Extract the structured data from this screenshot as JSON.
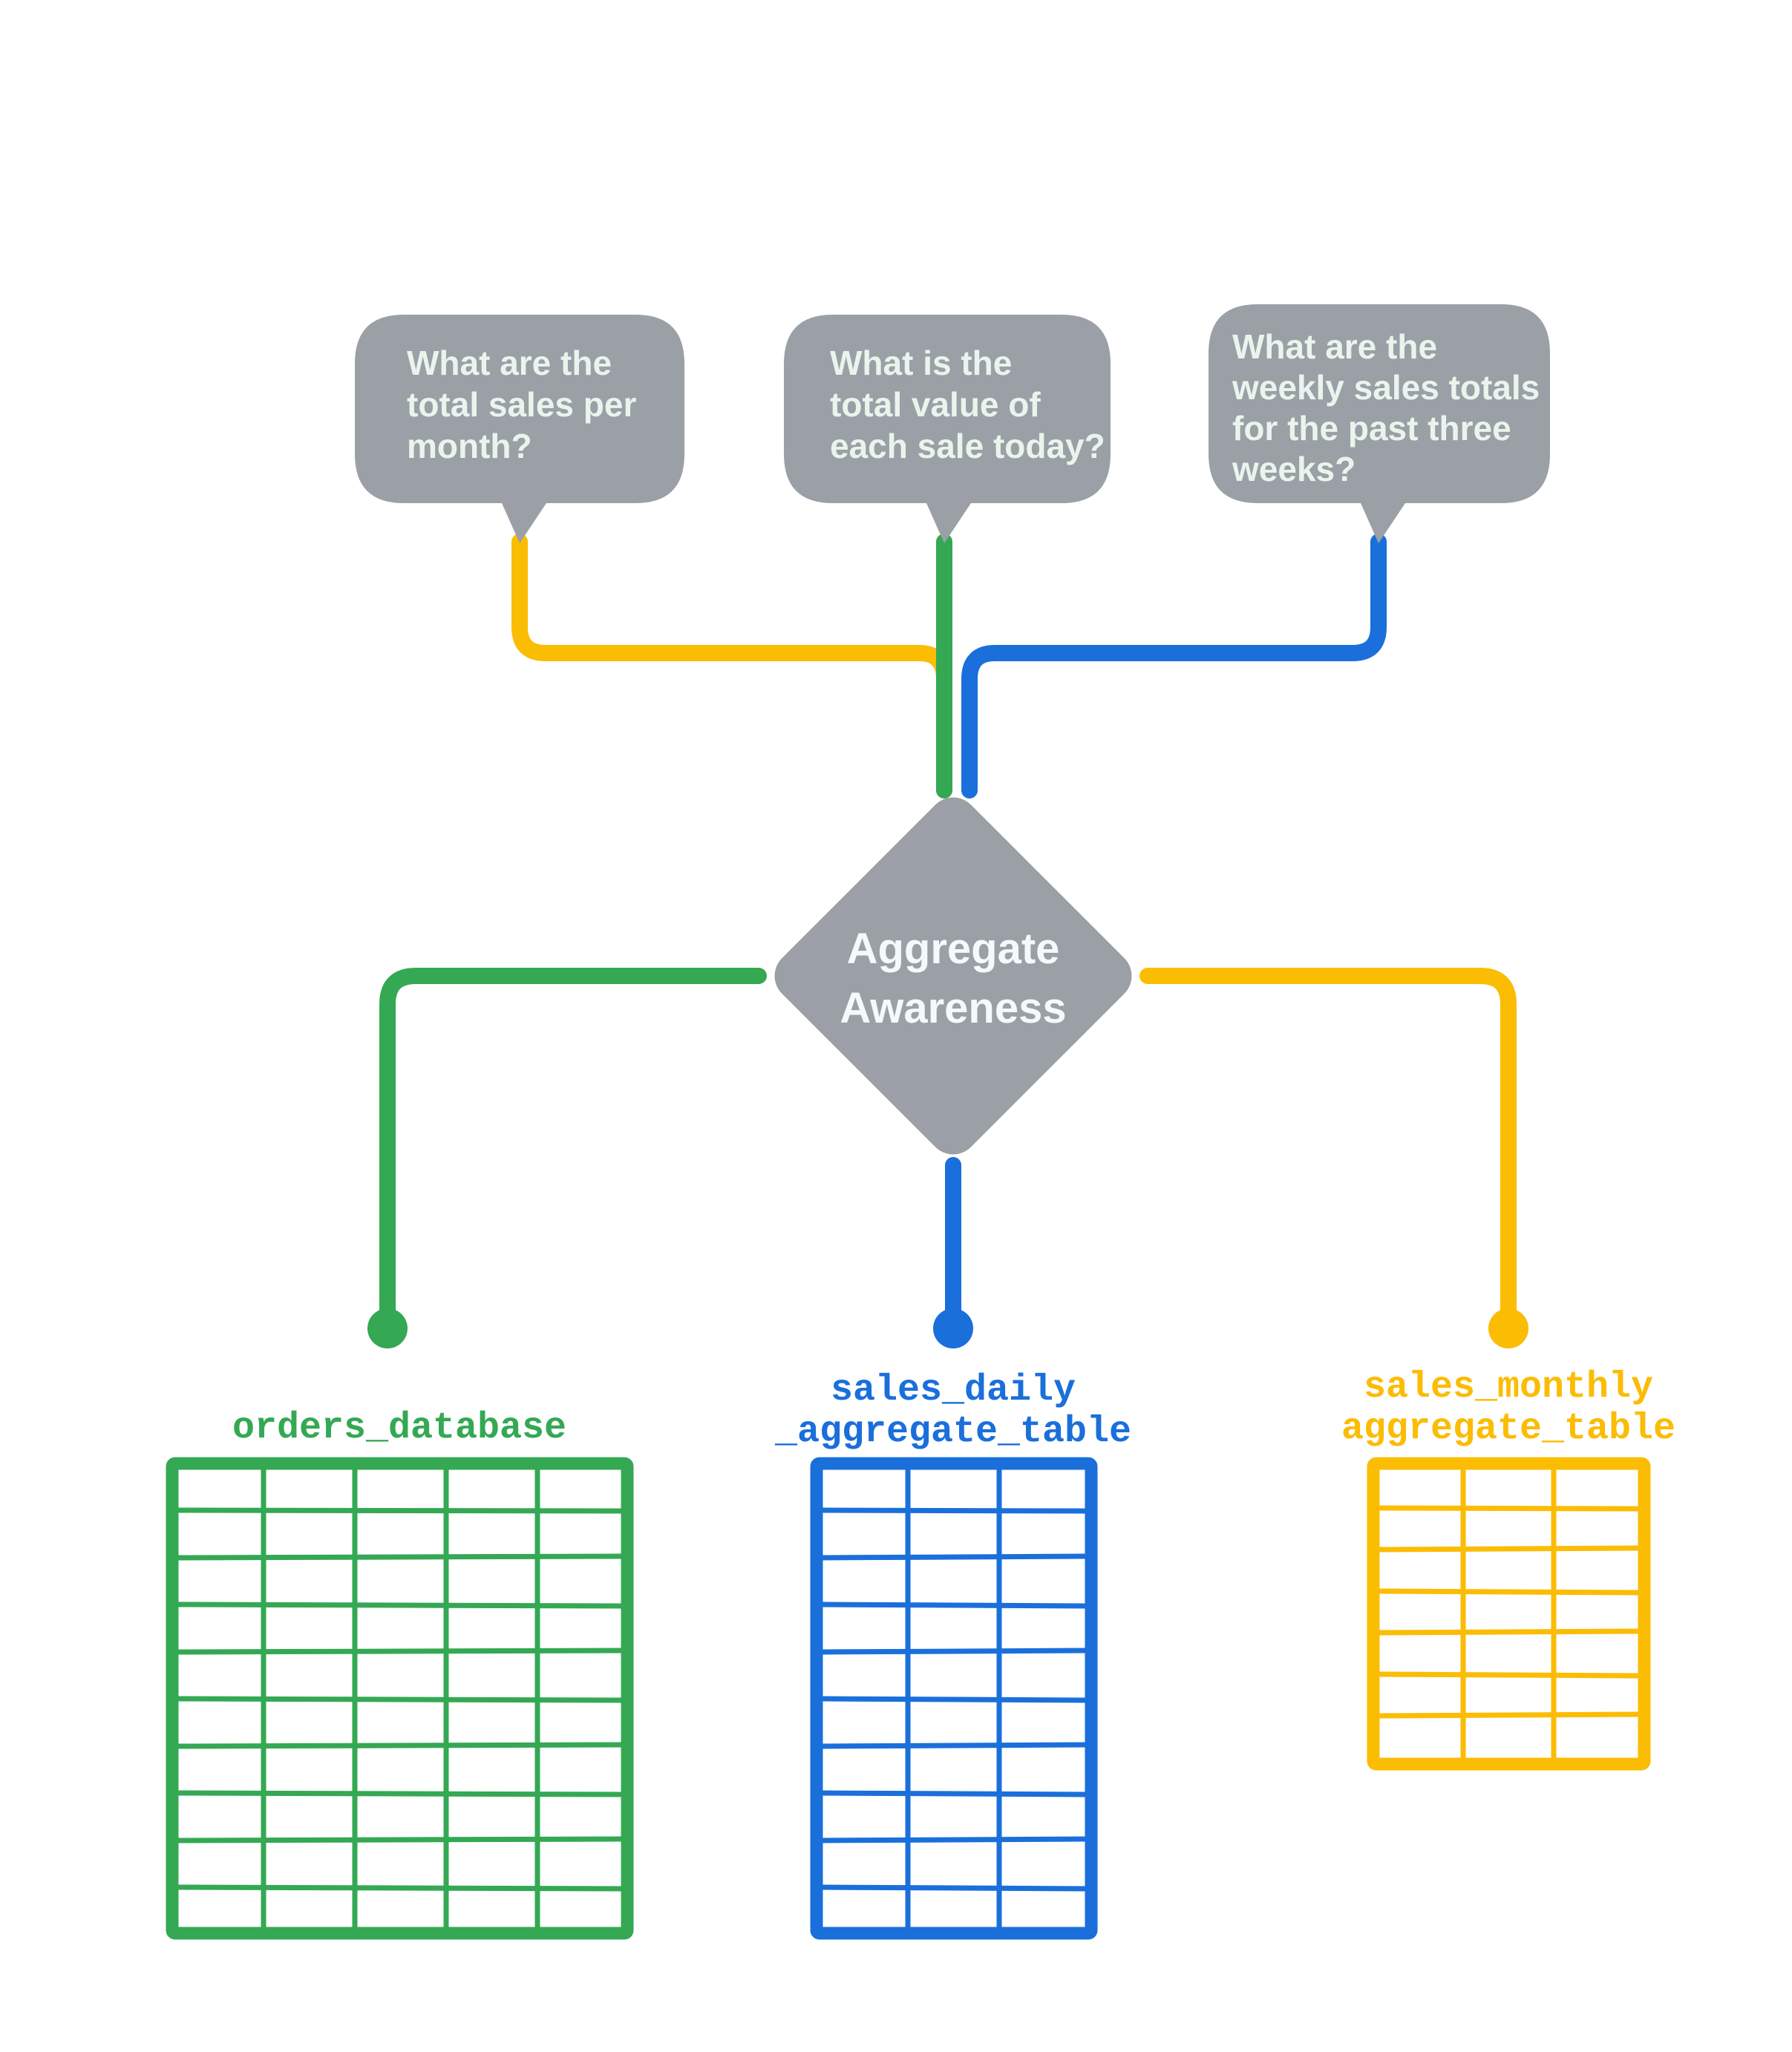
{
  "colors": {
    "gray": "#9aa0a6",
    "green": "#34a853",
    "blue": "#1a6fdb",
    "yellow": "#fbbc04",
    "bubble_text": "#e9f5ec",
    "hub_text": "#f4f9fb",
    "background": "#ffffff"
  },
  "hub": {
    "label_line1": "Aggregate",
    "label_line2": "Awareness"
  },
  "questions": [
    {
      "id": "question-monthly",
      "lines": [
        "What are the",
        "total sales per",
        "month?"
      ],
      "connector_color": "#fbbc04"
    },
    {
      "id": "question-daily",
      "lines": [
        "What is the",
        "total value of",
        "each sale today?"
      ],
      "connector_color": "#34a853"
    },
    {
      "id": "question-weekly",
      "lines": [
        "What are the",
        "weekly sales totals",
        "for the past three",
        "weeks?"
      ],
      "connector_color": "#1a6fdb"
    }
  ],
  "tables": [
    {
      "id": "orders-database",
      "label_lines": [
        "orders_database"
      ],
      "color": "#34a853",
      "columns": 5,
      "rows": 10
    },
    {
      "id": "sales-daily-aggregate-table",
      "label_lines": [
        "sales_daily",
        "_aggregate_table"
      ],
      "color": "#1a6fdb",
      "columns": 3,
      "rows": 10
    },
    {
      "id": "sales-monthly-aggregate-table",
      "label_lines": [
        "sales_monthly",
        "aggregate_table"
      ],
      "color": "#fbbc04",
      "columns": 3,
      "rows": 7
    }
  ]
}
